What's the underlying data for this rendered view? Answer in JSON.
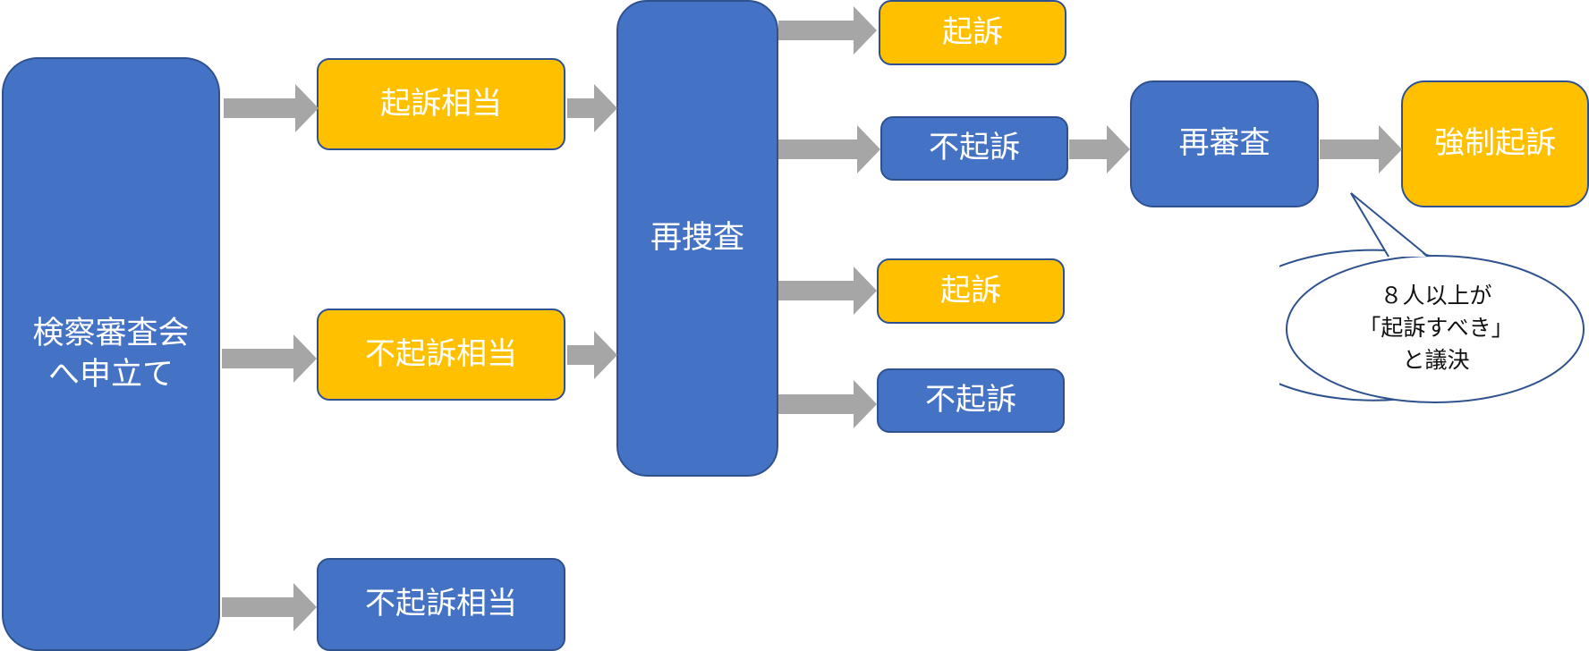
{
  "diagram": {
    "colors": {
      "blue": "#4472c4",
      "yellow": "#ffc000",
      "border": "#2f528f",
      "arrow": "#a6a6a6",
      "text": "#ffffff"
    },
    "nodes": {
      "application": {
        "line1": "検察審査会",
        "line2": "へ申立て"
      },
      "indict_appropriate": "起訴相当",
      "non_indict_improper": "不起訴相当",
      "non_indict_appropriate": "不起訴相当",
      "reinvestigation": "再捜査",
      "indict_a": "起訴",
      "non_indict_a": "不起訴",
      "indict_b": "起訴",
      "non_indict_b": "不起訴",
      "rereview": "再審査",
      "mandatory_indictment": "強制起訴"
    },
    "callout": {
      "line1": "８人以上が",
      "line2": "「起訴すべき」",
      "line3": "と議決"
    }
  }
}
